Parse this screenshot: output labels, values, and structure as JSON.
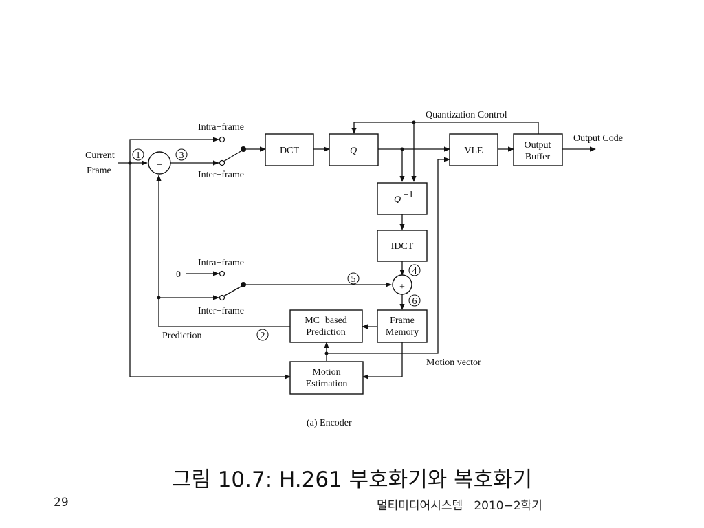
{
  "diagram": {
    "labels": {
      "current": "Current",
      "frame": "Frame",
      "intra_top": "Intra−frame",
      "inter_top": "Inter−frame",
      "intra_bottom": "Intra−frame",
      "inter_bottom": "Inter−frame",
      "zero": "0",
      "prediction": "Prediction",
      "quant_control": "Quantization Control",
      "output_code": "Output Code",
      "motion_vector": "Motion vector",
      "caption": "(a)  Encoder"
    },
    "blocks": {
      "dct": "DCT",
      "q": "Q",
      "qinv": "Q",
      "qinv_sup": "−1",
      "vle": "VLE",
      "output_buffer_1": "Output",
      "output_buffer_2": "Buffer",
      "idct": "IDCT",
      "frame_memory_1": "Frame",
      "frame_memory_2": "Memory",
      "mc_1": "MC−based",
      "mc_2": "Prediction",
      "me_1": "Motion",
      "me_2": "Estimation"
    },
    "node_markers": [
      "1",
      "2",
      "3",
      "4",
      "5",
      "6"
    ],
    "operators": {
      "subtract": "−",
      "add": "+"
    }
  },
  "slide": {
    "title": "그림 10.7: H.261 부호화기와 복호화기",
    "page_number": "29",
    "course": "멀티미디어시스템   2010−2학기"
  }
}
